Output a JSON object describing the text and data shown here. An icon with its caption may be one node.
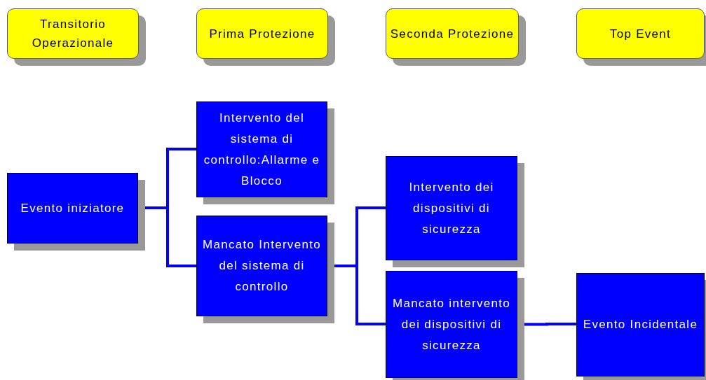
{
  "diagram": {
    "nodes": [
      {
        "text": [
          "Transitorio Operazionale"
        ]
      },
      {
        "text": [
          "Prima Protezione"
        ]
      },
      {
        "text": [
          "Seconda Protezione"
        ]
      },
      {
        "text": [
          "Top Event"
        ]
      },
      {
        "text": [
          "Evento iniziatore"
        ]
      },
      {
        "text": [
          "Intervento del sistema di controllo:Allarme e Blocco"
        ]
      },
      {
        "text": [
          "Mancato Intervento del sistema di controllo"
        ]
      },
      {
        "text": [
          "Intervento dei dispositivi di sicurezza"
        ]
      },
      {
        "text": [
          "Mancato intervento dei dispositivi di sicurezza"
        ]
      },
      {
        "text": [
          "Evento Incidentale"
        ]
      }
    ],
    "edges": [
      {
        "from": 4,
        "to": 5,
        "arrow": "none"
      },
      {
        "from": 4,
        "to": 6,
        "arrow": "none"
      },
      {
        "from": 6,
        "to": 7,
        "arrow": "none"
      },
      {
        "from": 6,
        "to": 8,
        "arrow": "none"
      },
      {
        "from": 8,
        "to": 9,
        "arrow": "none"
      }
    ]
  }
}
